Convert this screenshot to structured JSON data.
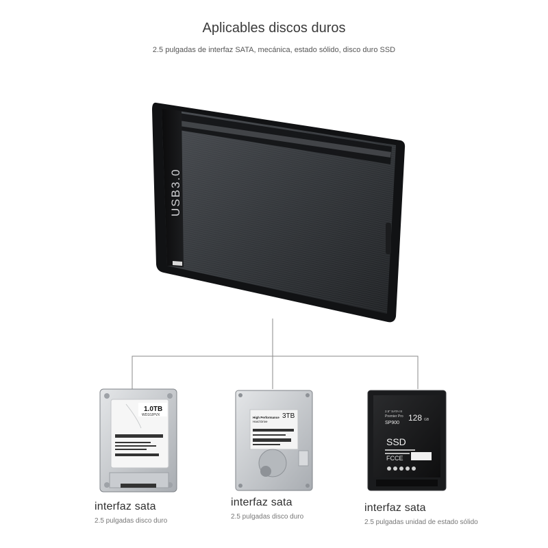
{
  "header": {
    "title": "Aplicables discos duros",
    "subtitle": "2.5 pulgadas de interfaz SATA, mecánica, estado sólido, disco duro SSD"
  },
  "enclosure": {
    "label": "USB3.0"
  },
  "drives": [
    {
      "caption": "interfaz sata",
      "sub": "2.5 pulgadas disco duro",
      "label_capacity": "1.0TB",
      "label_model": "WD10JPVX"
    },
    {
      "caption": "interfaz sata",
      "sub": "2.5 pulgadas disco duro",
      "label_capacity": "3TB",
      "label_line1": "High Performance",
      "label_line2": "Hard Drive"
    },
    {
      "caption": "interfaz sata",
      "sub": "2.5 pulgadas unidad de estado sólido",
      "label_top": "2.5\" SATA III",
      "label_series": "Premier Pro",
      "label_model": "SP900",
      "label_capacity": "128",
      "label_unit": "GB",
      "label_type": "SSD",
      "label_cert": "FCCE"
    }
  ]
}
